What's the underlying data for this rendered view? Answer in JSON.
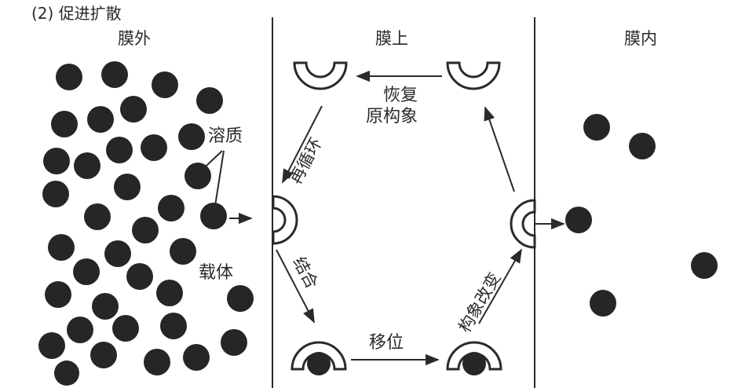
{
  "diagram": {
    "title": "(2) 促进扩散",
    "regions": {
      "outside": "膜外",
      "membrane": "膜上",
      "inside": "膜内"
    },
    "labels": {
      "solute": "溶质",
      "carrier": "载体",
      "bind": "结合",
      "translocate": "移位",
      "conformation_change": "构象改变",
      "restore_line1": "恢复",
      "restore_line2": "原构象",
      "recycle": "再循环"
    },
    "colors": {
      "ink": "#2a2a2a",
      "solute_fill": "#262626",
      "background": "#ffffff"
    }
  }
}
